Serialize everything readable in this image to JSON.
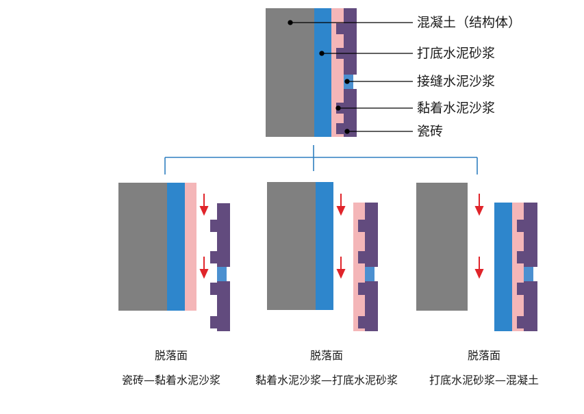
{
  "top_labels": {
    "concrete": "混凝土（结构体）",
    "base_mortar": "打底水泥砂浆",
    "joint_mortar": "接缝水泥沙浆",
    "adhesive_mortar": "黏着水泥沙浆",
    "tile": "瓷砖"
  },
  "cases": [
    {
      "surface": "脱落面",
      "interface": "瓷砖—黏着水泥沙浆"
    },
    {
      "surface": "脱落面",
      "interface": "黏着水泥沙浆—打底水泥砂浆"
    },
    {
      "surface": "脱落面",
      "interface": "打底水泥砂浆—混凝土"
    }
  ],
  "colors": {
    "concrete": "#808080",
    "base_mortar": "#2e86cc",
    "adhesive_mortar": "#f4b6b8",
    "joint_mortar": "#4b90d0",
    "tile": "#624b7e",
    "arrow": "#e0242a",
    "connector": "#2e7fc0",
    "leader": "#000000"
  }
}
